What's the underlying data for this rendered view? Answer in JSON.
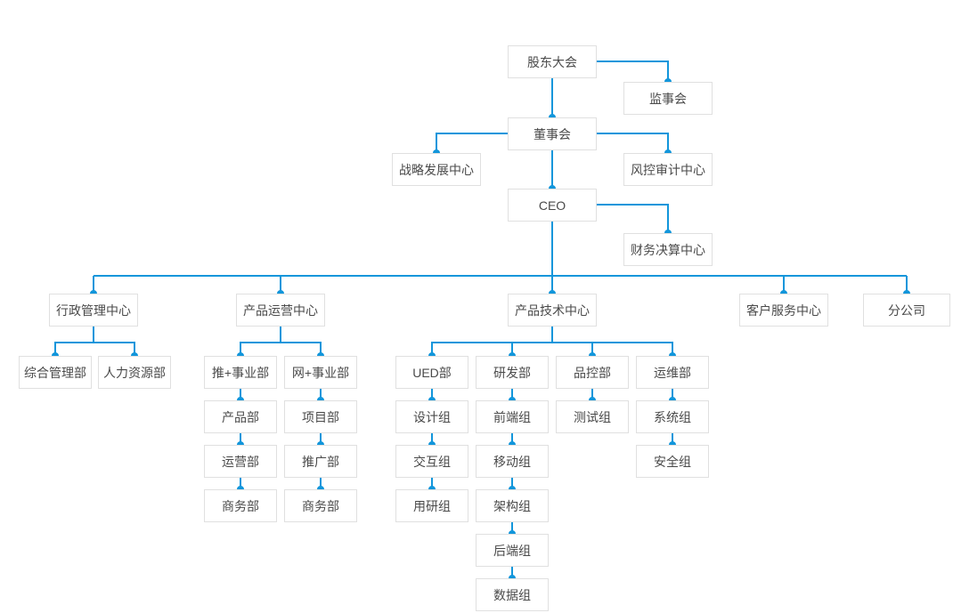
{
  "palette": {
    "line_color": "#1296db",
    "dot_color": "#1296db",
    "node_border_color": "#e0e0e0",
    "node_background": "#ffffff",
    "node_text_color": "#4a4a4a",
    "page_background": "#ffffff"
  },
  "org_chart": {
    "shareholders_meeting": "股东大会",
    "supervisory_board": "监事会",
    "board_of_directors": "董事会",
    "board_staff": [
      "战略发展中心",
      "风控审计中心"
    ],
    "ceo": "CEO",
    "ceo_staff": "财务决算中心",
    "centers": [
      {
        "label": "行政管理中心",
        "columns": [
          {
            "head": "综合管理部",
            "stack": []
          },
          {
            "head": "人力资源部",
            "stack": []
          }
        ]
      },
      {
        "label": "产品运营中心",
        "columns": [
          {
            "head": "推+事业部",
            "stack": [
              "产品部",
              "运营部",
              "商务部"
            ]
          },
          {
            "head": "网+事业部",
            "stack": [
              "项目部",
              "推广部",
              "商务部"
            ]
          }
        ]
      },
      {
        "label": "产品技术中心",
        "columns": [
          {
            "head": "UED部",
            "stack": [
              "设计组",
              "交互组",
              "用研组"
            ]
          },
          {
            "head": "研发部",
            "stack": [
              "前端组",
              "移动组",
              "架构组",
              "后端组",
              "数据组"
            ]
          },
          {
            "head": "品控部",
            "stack": [
              "测试组"
            ]
          },
          {
            "head": "运维部",
            "stack": [
              "系统组",
              "安全组"
            ]
          }
        ]
      },
      {
        "label": "客户服务中心",
        "columns": []
      },
      {
        "label": "分公司",
        "columns": []
      }
    ]
  }
}
